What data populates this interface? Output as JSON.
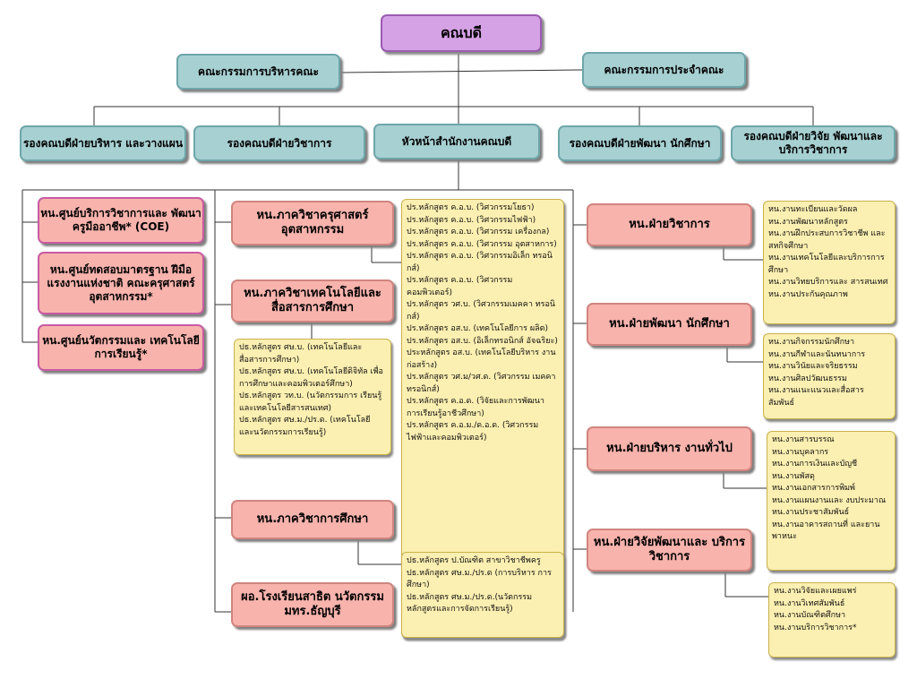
{
  "dean": "คณบดี",
  "committees": {
    "admin": "คณะกรรมการบริหารคณะ",
    "faculty": "คณะกรรมการประจำคณะ"
  },
  "deputies": {
    "admin": "รองคณบดีฝ่ายบริหาร และวางแผน",
    "academic": "รองคณบดีฝ่ายวิชาการ",
    "office": "หัวหน้าสำนักงานคณบดี",
    "student": "รองคณบดีฝ่ายพัฒนา นักศึกษา",
    "research": "รองคณบดีฝ่ายวิจัย พัฒนาและบริการวิชาการ"
  },
  "centers": {
    "coe": "หน.ศูนย์บริการวิชาการและ พัฒนาครูมืออาชีพ* (COE)",
    "testing": "หน.ศูนย์ทดสอบมาตรฐาน ฝีมือแรงงานแห่งชาติ คณะครุศาสตร์อุตสาหกรรม*",
    "innovation": "หน.ศูนย์นวัตกรรมและ เทคโนโลยีการเรียนรู้*"
  },
  "departments": {
    "industrial_ed": "หน.ภาควิชาครุศาสตร์ อุตสาหกรรม",
    "edtech": "หน.ภาควิชาเทคโนโลยีและ สื่อสารการศึกษา",
    "education": "หน.ภาควิชาการศึกษา",
    "demo_school": "ผอ.โรงเรียนสาธิต นวัตกรรม มทร.ธัญบุรี"
  },
  "divisions": {
    "academic": "หน.ฝ่ายวิชาการ",
    "student": "หน.ฝ่ายพัฒนา นักศึกษา",
    "general": "หน.ฝ่ายบริหาร งานทั่วไป",
    "research": "หน.ฝ่ายวิจัยพัฒนาและ บริการวิชาการ"
  },
  "lists": {
    "industrial_programs": [
      "ปร.หลักสูตร ค.อ.บ. (วิศวกรรมโยธา)",
      "ปร.หลักสูตร ค.อ.บ. (วิศวกรรมไฟฟ้า)",
      "ปร.หลักสูตร ค.อ.บ. (วิศวกรรม เครื่องกล)",
      "ปร.หลักสูตร ค.อ.บ. (วิศวกรรม อุตสาหการ)",
      "ปร.หลักสูตร ค.อ.บ. (วิศวกรรมอิเล็ก ทรอนิกส์)",
      "ปร.หลักสูตร ค.อ.บ. (วิศวกรรม คอมพิวเตอร์)",
      "ปร.หลักสูตร วศ.บ. (วิศวกรรมเมคคา ทรอนิกส์)",
      "ปร.หลักสูตร อส.บ. (เทคโนโลยีการ ผลิต)",
      "ปร.หลักสูตร อส.บ. (อิเล็กทรอนิกส์ อัจฉริยะ)",
      "ประหลักสูตร อส.บ. (เทคโนโลยีบริหาร งานก่อสร้าง)",
      "ปร.หลักสูตร วศ.ม/วศ.ด. (วิศวกรรม เมคคาทรอนิกส์)",
      "ปร.หลักสูตร ค.อ.ด. (วิจัยและการพัฒนา การเรียนรู้อาชีวศึกษา)",
      "ปร.หลักสูตร ค.อ.ม./ด.อ.ด. (วิศวกรรม ไฟฟ้าและคอมพิวเตอร์)"
    ],
    "edtech_programs": [
      "ปธ.หลักสูตร ศษ.บ. (เทคโนโลยีและ สื่อสารการศึกษา)",
      "ปธ.หลักสูตร ศษ.บ. (เทคโนโลยีดิจิทัล เพื่อการศึกษาและคอมพิวเตอร์ศึกษา)",
      "ปธ.หลักสูตร วท.บ. (นวัตกรรมการ เรียนรู้และเทคโนโลยีสารสนเทศ)",
      "ปธ.หลักสูตร ศษ.ม./ปร.ด. (เทคโนโลยี และนวัตกรรมการเรียนรู้)"
    ],
    "education_programs": [
      "ปธ.หลักสูตร ป.บัณฑิต สาขาวิชาชีพครู",
      "ปธ.หลักสูตร ศษ.ม./ปร.ด (การบริหาร การศึกษา)",
      "ปธ.หลักสูตร ศษ.ม./ปร.ด.(นวัตกรรม หลักสูตรและการจัดการเรียนรู้)"
    ],
    "academic_units": [
      "หน.งานทะเบียนและวัดผล",
      "หน.งานพัฒนาหลักสูตร",
      "หน.งานฝึกประสบการวิชาชีพ และสหกิจศึกษา",
      "หน.งานเทคโนโลยีและบริการการ ศึกษา",
      "หน.งานวิทยบริการและ สารสนเทศ",
      "หน.งานประกันคุณภาพ"
    ],
    "student_units": [
      "หน.งานกิจกรรมนักศึกษา",
      "หน.งานกีฬาและนันทนาการ",
      "หน.งานวินัยและจริยธรรม",
      "หน.งานศิลปวัฒนธรรม",
      "หน.งานแนะแนวและสื่อสาร สัมพันธ์"
    ],
    "general_units": [
      "หน.งานสารบรรณ",
      "หน.งานบุคลากร",
      "หน.งานการเงินและบัญชี",
      "หน.งานพัสดุ",
      "หน.งานเอกสารการพิมพ์",
      "หน.งานแผนงานและ งบประมาณ",
      "หน.งานประชาสัมพันธ์",
      "หน.งานอาคารสถานที่ และยานพาหนะ"
    ],
    "research_units": [
      "หน.งานวิจัยและเผยแพร่",
      "หน.งานวิเทศสัมพันธ์",
      "หน.งานบัณฑิตศึกษา",
      "หน.งานบริการวิชาการ*"
    ]
  }
}
